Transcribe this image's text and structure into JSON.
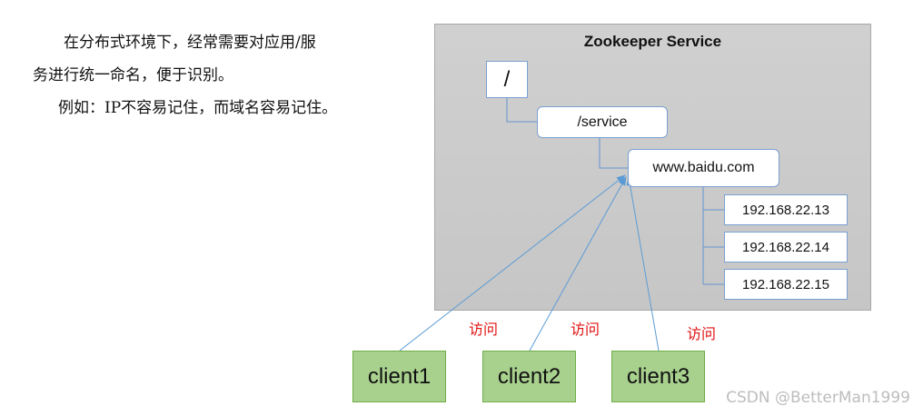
{
  "text": {
    "line1": "在分布式环境下，经常需要对应用/服",
    "line2": "务进行统一命名，便于识别。",
    "line3": "例如：IP不容易记住，而域名容易记住。"
  },
  "diagram": {
    "title": "Zookeeper Service",
    "root": "/",
    "service": "/service",
    "domain": "www.baidu.com",
    "ips": [
      "192.168.22.13",
      "192.168.22.14",
      "192.168.22.15"
    ],
    "clients": [
      "client1",
      "client2",
      "client3"
    ],
    "access_label": "访问"
  },
  "colors": {
    "panel": "#cbcbcb",
    "box_border": "#7aa0d0",
    "client_fill": "#a9d18e",
    "client_border": "#70ad47",
    "label": "#e01010",
    "arrow": "#5b9bd5"
  },
  "watermark": "CSDN @BetterMan1999"
}
